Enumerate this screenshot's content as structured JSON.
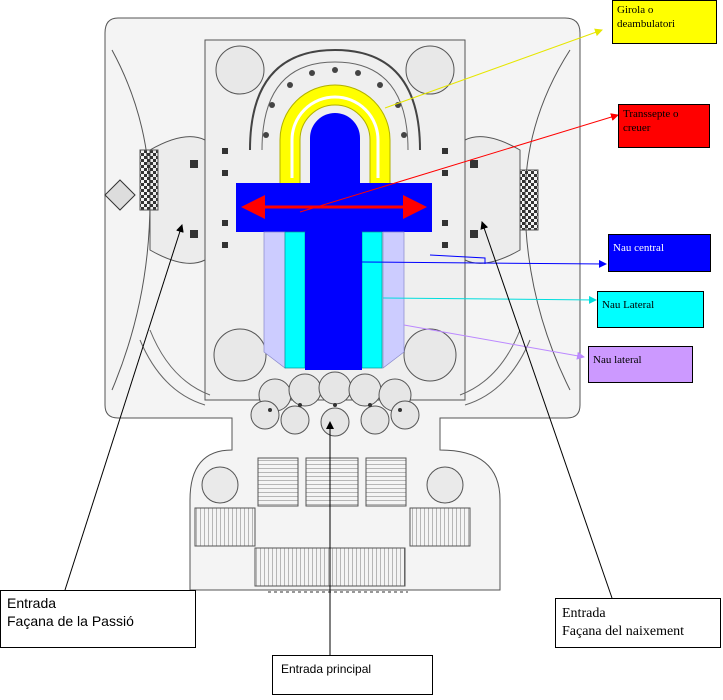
{
  "labels": {
    "girola": {
      "line1": "Girola o",
      "line2": "deambulatori",
      "color": "#ffff00"
    },
    "transsepte": {
      "line1": "Transsepte o",
      "line2": "creuer",
      "color": "#ff0000"
    },
    "nau_central": {
      "text": "Nau central",
      "color": "#0000ff",
      "text_color": "#ffffff"
    },
    "nau_lateral_1": {
      "text": "Nau Lateral",
      "color": "#00ffff"
    },
    "nau_lateral_2": {
      "text": "Nau lateral",
      "color": "#cc99ff"
    },
    "facana_passio": {
      "line1": "Entrada",
      "line2": "Façana de la Passió"
    },
    "facana_naixement": {
      "line1": "Entrada",
      "line2": "Façana del naixement"
    },
    "entrada_principal": {
      "text": "Entrada principal"
    }
  },
  "colors": {
    "ambulatory": "#ffff00",
    "transept": "#0000ff",
    "transept_arrow": "#ff0000",
    "central_nave": "#0000ff",
    "lateral_nave_inner": "#00ffff",
    "lateral_nave_outer": "#ccccff",
    "plan_line": "#555555",
    "plan_fill": "#f2f2f2"
  }
}
